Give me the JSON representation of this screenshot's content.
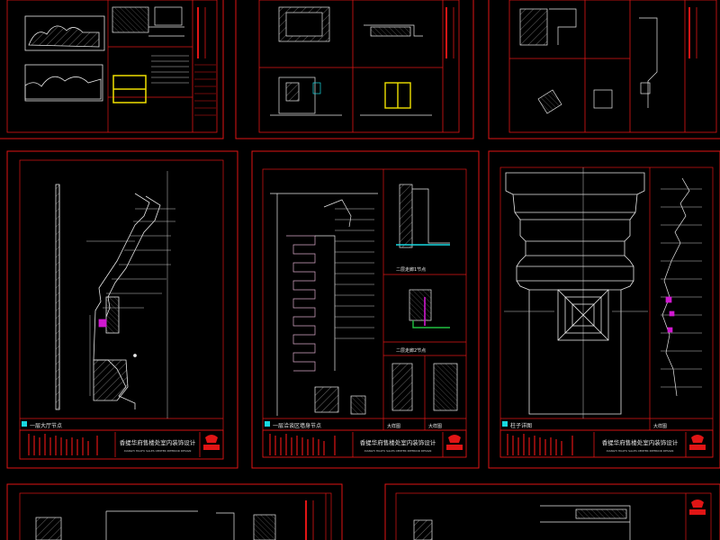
{
  "colors": {
    "background": "#000000",
    "frame": "#e01515",
    "frame_dark": "#8a0c0c",
    "line": "#e8e8e8",
    "dim": "#c8c8c8",
    "accent_magenta": "#d018d0",
    "accent_yellow": "#f0e000",
    "accent_cyan": "#18d8e0",
    "accent_green": "#20c040"
  },
  "sheets": [
    {
      "name": "sheet-top-left",
      "labels": []
    },
    {
      "name": "sheet-top-middle",
      "labels": []
    },
    {
      "name": "sheet-top-right",
      "labels": []
    },
    {
      "name": "sheet-middle-left",
      "labels": [
        "一层大厅节点"
      ],
      "title_block": {
        "project": "香缇华府售楼处室内装饰设计",
        "subtitle": "XIANGTI HUAFU SALES CENTER INTERIOR DESIGN"
      }
    },
    {
      "name": "sheet-middle-center",
      "labels": [
        "一层洽谈区墙身节点",
        "二层走廊1节点",
        "二层走廊2节点",
        "大样图",
        "大样图"
      ],
      "title_block": {
        "project": "香缇华府售楼处室内装饰设计",
        "subtitle": "XIANGTI HUAFU SALES CENTER INTERIOR DESIGN"
      }
    },
    {
      "name": "sheet-middle-right",
      "labels": [
        "柱子详图",
        "大样图"
      ],
      "title_block": {
        "project": "香缇华府售楼处室内装饰设计",
        "subtitle": "XIANGTI HUAFU SALES CENTER INTERIOR DESIGN"
      }
    },
    {
      "name": "sheet-bottom-left",
      "labels": []
    },
    {
      "name": "sheet-bottom-right",
      "labels": []
    }
  ]
}
